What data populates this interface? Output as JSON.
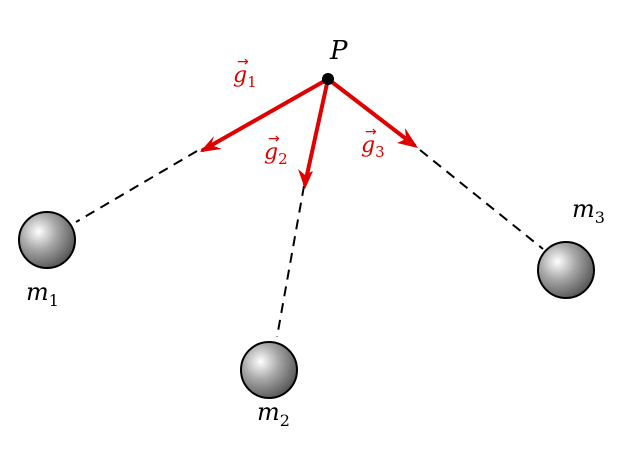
{
  "point": {
    "label": "P"
  },
  "masses": [
    {
      "symbol": "m",
      "index": "1"
    },
    {
      "symbol": "m",
      "index": "2"
    },
    {
      "symbol": "m",
      "index": "3"
    }
  ],
  "vectors": [
    {
      "symbol": "g",
      "index": "1"
    },
    {
      "symbol": "g",
      "index": "2"
    },
    {
      "symbol": "g",
      "index": "3"
    }
  ],
  "colors": {
    "vector": "#e00000",
    "line": "#000000",
    "sphere": "#777777"
  }
}
